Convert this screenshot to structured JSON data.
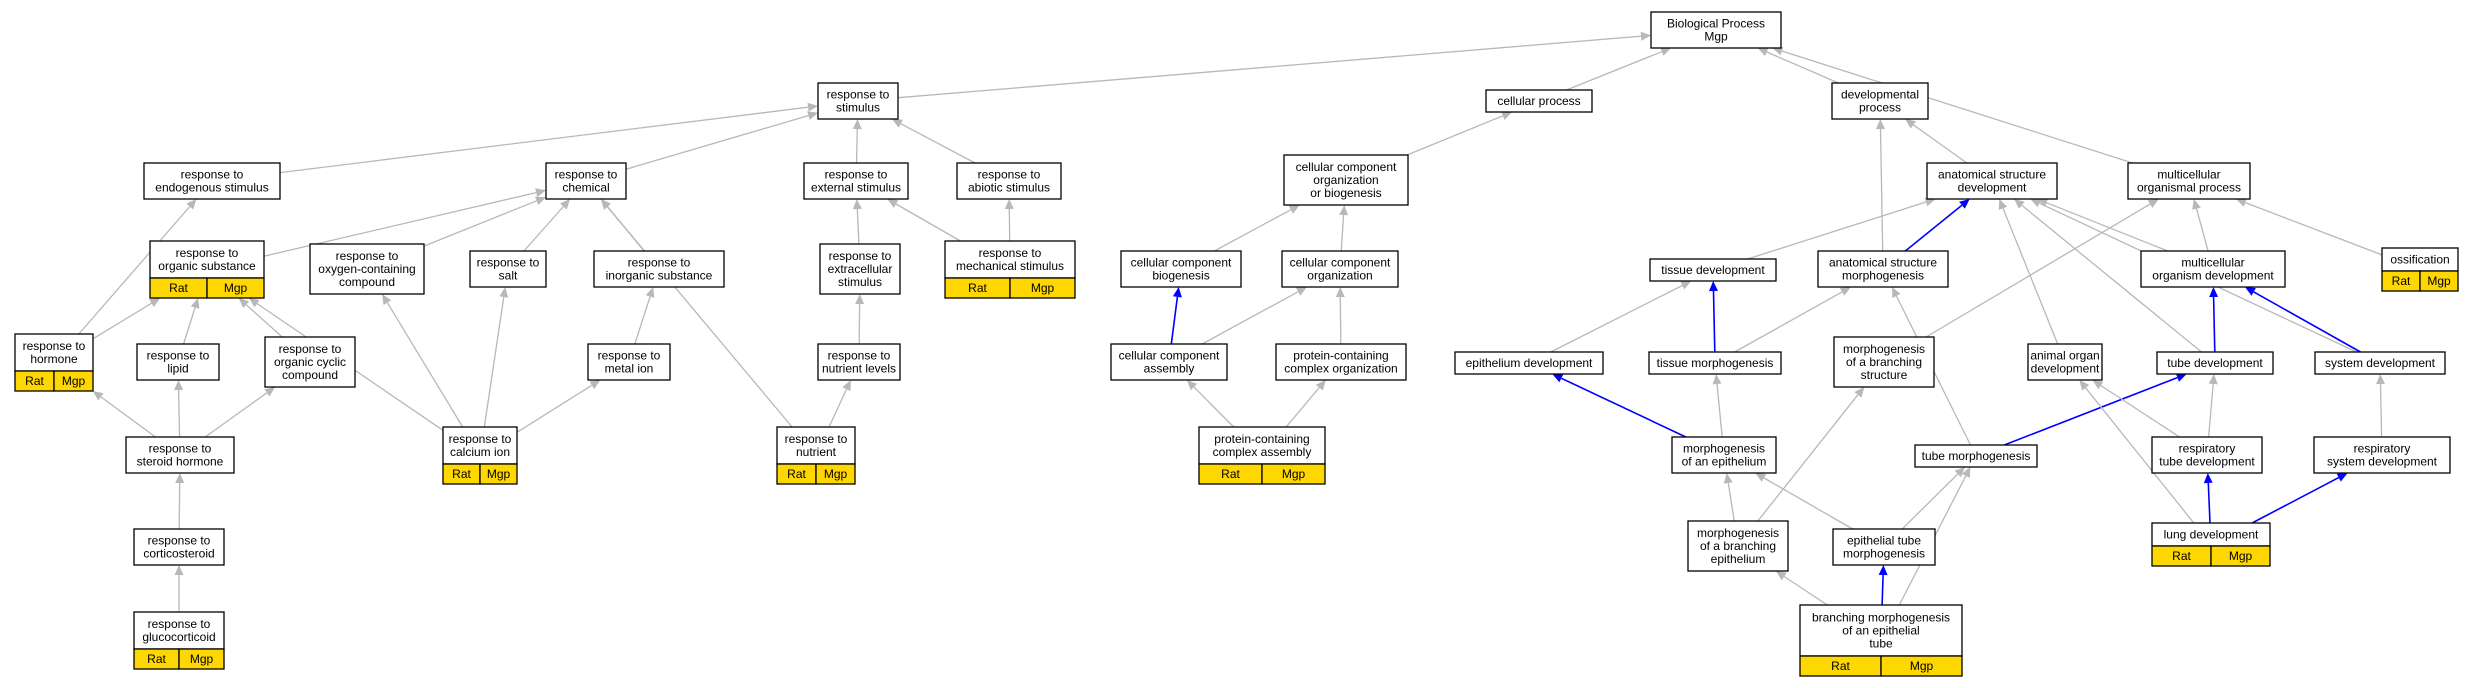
{
  "colors": {
    "edge_default": "#b8b8b8",
    "edge_highlight": "#0000ff",
    "annotation_fill": "#ffd700",
    "node_stroke": "#000000"
  },
  "nodes": [
    {
      "id": "bp",
      "lines": [
        "Biological Process",
        "Mgp"
      ]
    },
    {
      "id": "resp_stim",
      "lines": [
        "response to",
        "stimulus"
      ]
    },
    {
      "id": "cell_proc",
      "lines": [
        "cellular process"
      ]
    },
    {
      "id": "dev_proc",
      "lines": [
        "developmental",
        "process"
      ]
    },
    {
      "id": "resp_endo",
      "lines": [
        "response to",
        "endogenous stimulus"
      ]
    },
    {
      "id": "resp_chem",
      "lines": [
        "response to",
        "chemical"
      ]
    },
    {
      "id": "resp_ext",
      "lines": [
        "response to",
        "external stimulus"
      ]
    },
    {
      "id": "resp_abiotic",
      "lines": [
        "response to",
        "abiotic stimulus"
      ]
    },
    {
      "id": "ccob",
      "lines": [
        "cellular component",
        "organization",
        "or biogenesis"
      ]
    },
    {
      "id": "asd",
      "lines": [
        "anatomical structure",
        "development"
      ]
    },
    {
      "id": "mop",
      "lines": [
        "multicellular",
        "organismal process"
      ]
    },
    {
      "id": "resp_org",
      "lines": [
        "response to",
        "organic substance"
      ],
      "ann": [
        "Rat",
        "Mgp"
      ]
    },
    {
      "id": "resp_oxy",
      "lines": [
        "response to",
        "oxygen-containing",
        "compound"
      ]
    },
    {
      "id": "resp_salt",
      "lines": [
        "response to",
        "salt"
      ]
    },
    {
      "id": "resp_inorg",
      "lines": [
        "response to",
        "inorganic substance"
      ]
    },
    {
      "id": "resp_extra",
      "lines": [
        "response to",
        "extracellular",
        "stimulus"
      ]
    },
    {
      "id": "resp_mech",
      "lines": [
        "response to",
        "mechanical stimulus"
      ],
      "ann": [
        "Rat",
        "Mgp"
      ]
    },
    {
      "id": "cc_biog",
      "lines": [
        "cellular component",
        "biogenesis"
      ]
    },
    {
      "id": "cc_org",
      "lines": [
        "cellular component",
        "organization"
      ]
    },
    {
      "id": "tissue_dev",
      "lines": [
        "tissue development"
      ]
    },
    {
      "id": "asm",
      "lines": [
        "anatomical structure",
        "morphogenesis"
      ]
    },
    {
      "id": "mod",
      "lines": [
        "multicellular",
        "organism development"
      ]
    },
    {
      "id": "ossif",
      "lines": [
        "ossification"
      ],
      "ann": [
        "Rat",
        "Mgp"
      ]
    },
    {
      "id": "resp_hormone",
      "lines": [
        "response to",
        "hormone"
      ],
      "ann": [
        "Rat",
        "Mgp"
      ]
    },
    {
      "id": "resp_lipid",
      "lines": [
        "response to",
        "lipid"
      ]
    },
    {
      "id": "resp_ocyc",
      "lines": [
        "response to",
        "organic cyclic",
        "compound"
      ]
    },
    {
      "id": "resp_metal",
      "lines": [
        "response to",
        "metal ion"
      ]
    },
    {
      "id": "resp_nutlev",
      "lines": [
        "response to",
        "nutrient levels"
      ]
    },
    {
      "id": "cc_assembly",
      "lines": [
        "cellular component",
        "assembly"
      ]
    },
    {
      "id": "pcco",
      "lines": [
        "protein-containing",
        "complex organization"
      ]
    },
    {
      "id": "epi_dev",
      "lines": [
        "epithelium development"
      ]
    },
    {
      "id": "tissue_morph",
      "lines": [
        "tissue morphogenesis"
      ]
    },
    {
      "id": "morph_branch_struct",
      "lines": [
        "morphogenesis",
        "of a branching",
        "structure"
      ]
    },
    {
      "id": "animal_organ",
      "lines": [
        "animal organ",
        "development"
      ]
    },
    {
      "id": "tube_dev",
      "lines": [
        "tube development"
      ]
    },
    {
      "id": "sys_dev",
      "lines": [
        "system development"
      ]
    },
    {
      "id": "resp_steroid",
      "lines": [
        "response to",
        "steroid hormone"
      ]
    },
    {
      "id": "resp_calcium",
      "lines": [
        "response to",
        "calcium ion"
      ],
      "ann": [
        "Rat",
        "Mgp"
      ]
    },
    {
      "id": "resp_nutrient",
      "lines": [
        "response to",
        "nutrient"
      ],
      "ann": [
        "Rat",
        "Mgp"
      ]
    },
    {
      "id": "pcca",
      "lines": [
        "protein-containing",
        "complex assembly"
      ],
      "ann": [
        "Rat",
        "Mgp"
      ]
    },
    {
      "id": "morph_epi",
      "lines": [
        "morphogenesis",
        "of an epithelium"
      ]
    },
    {
      "id": "tube_morph",
      "lines": [
        "tube morphogenesis"
      ]
    },
    {
      "id": "resp_tube_dev",
      "lines": [
        "respiratory",
        "tube development"
      ]
    },
    {
      "id": "resp_sys_dev",
      "lines": [
        "respiratory",
        "system development"
      ]
    },
    {
      "id": "resp_cortico",
      "lines": [
        "response to",
        "corticosteroid"
      ]
    },
    {
      "id": "morph_branch_epi",
      "lines": [
        "morphogenesis",
        "of a branching",
        "epithelium"
      ]
    },
    {
      "id": "epi_tube_morph",
      "lines": [
        "epithelial tube",
        "morphogenesis"
      ]
    },
    {
      "id": "lung_dev",
      "lines": [
        "lung development"
      ],
      "ann": [
        "Rat",
        "Mgp"
      ]
    },
    {
      "id": "resp_gluco",
      "lines": [
        "response to",
        "glucocorticoid"
      ],
      "ann": [
        "Rat",
        "Mgp"
      ]
    },
    {
      "id": "branch_morph",
      "lines": [
        "branching morphogenesis",
        "of an epithelial",
        "tube"
      ],
      "ann": [
        "Rat",
        "Mgp"
      ]
    }
  ],
  "edges": [
    {
      "from": "resp_stim",
      "to": "bp",
      "style": "gray"
    },
    {
      "from": "cell_proc",
      "to": "bp",
      "style": "gray"
    },
    {
      "from": "dev_proc",
      "to": "bp",
      "style": "gray"
    },
    {
      "from": "mop",
      "to": "bp",
      "style": "gray"
    },
    {
      "from": "resp_endo",
      "to": "resp_stim",
      "style": "gray"
    },
    {
      "from": "resp_chem",
      "to": "resp_stim",
      "style": "gray"
    },
    {
      "from": "resp_ext",
      "to": "resp_stim",
      "style": "gray"
    },
    {
      "from": "resp_abiotic",
      "to": "resp_stim",
      "style": "gray"
    },
    {
      "from": "ccob",
      "to": "cell_proc",
      "style": "gray"
    },
    {
      "from": "asd",
      "to": "dev_proc",
      "style": "gray"
    },
    {
      "from": "asm",
      "to": "dev_proc",
      "style": "gray"
    },
    {
      "from": "resp_org",
      "to": "resp_chem",
      "style": "gray"
    },
    {
      "from": "resp_oxy",
      "to": "resp_chem",
      "style": "gray"
    },
    {
      "from": "resp_salt",
      "to": "resp_chem",
      "style": "gray"
    },
    {
      "from": "resp_inorg",
      "to": "resp_chem",
      "style": "gray"
    },
    {
      "from": "resp_nutrient",
      "to": "resp_chem",
      "style": "gray"
    },
    {
      "from": "resp_extra",
      "to": "resp_ext",
      "style": "gray"
    },
    {
      "from": "resp_mech",
      "to": "resp_ext",
      "style": "gray"
    },
    {
      "from": "resp_mech",
      "to": "resp_abiotic",
      "style": "gray"
    },
    {
      "from": "cc_biog",
      "to": "ccob",
      "style": "gray"
    },
    {
      "from": "cc_org",
      "to": "ccob",
      "style": "gray"
    },
    {
      "from": "asm",
      "to": "asd",
      "style": "blue"
    },
    {
      "from": "tissue_dev",
      "to": "asd",
      "style": "gray"
    },
    {
      "from": "mod",
      "to": "asd",
      "style": "gray"
    },
    {
      "from": "animal_organ",
      "to": "asd",
      "style": "gray"
    },
    {
      "from": "tube_dev",
      "to": "asd",
      "style": "gray"
    },
    {
      "from": "sys_dev",
      "to": "asd",
      "style": "gray"
    },
    {
      "from": "ossif",
      "to": "mop",
      "style": "gray"
    },
    {
      "from": "mod",
      "to": "mop",
      "style": "gray"
    },
    {
      "from": "morph_branch_struct",
      "to": "mop",
      "style": "gray"
    },
    {
      "from": "resp_hormone",
      "to": "resp_endo",
      "style": "gray"
    },
    {
      "from": "resp_hormone",
      "to": "resp_org",
      "style": "gray"
    },
    {
      "from": "resp_lipid",
      "to": "resp_org",
      "style": "gray"
    },
    {
      "from": "resp_ocyc",
      "to": "resp_org",
      "style": "gray"
    },
    {
      "from": "resp_calcium",
      "to": "resp_org",
      "style": "gray"
    },
    {
      "from": "resp_calcium",
      "to": "resp_oxy",
      "style": "gray"
    },
    {
      "from": "resp_calcium",
      "to": "resp_salt",
      "style": "gray"
    },
    {
      "from": "resp_calcium",
      "to": "resp_metal",
      "style": "gray"
    },
    {
      "from": "resp_metal",
      "to": "resp_inorg",
      "style": "gray"
    },
    {
      "from": "resp_nutlev",
      "to": "resp_extra",
      "style": "gray"
    },
    {
      "from": "resp_nutrient",
      "to": "resp_nutlev",
      "style": "gray"
    },
    {
      "from": "cc_assembly",
      "to": "cc_biog",
      "style": "blue"
    },
    {
      "from": "cc_assembly",
      "to": "cc_org",
      "style": "gray"
    },
    {
      "from": "pcco",
      "to": "cc_org",
      "style": "gray"
    },
    {
      "from": "pcca",
      "to": "cc_assembly",
      "style": "gray"
    },
    {
      "from": "pcca",
      "to": "pcco",
      "style": "gray"
    },
    {
      "from": "epi_dev",
      "to": "tissue_dev",
      "style": "gray"
    },
    {
      "from": "tissue_morph",
      "to": "tissue_dev",
      "style": "blue"
    },
    {
      "from": "tissue_morph",
      "to": "asm",
      "style": "gray"
    },
    {
      "from": "tube_morph",
      "to": "asm",
      "style": "gray"
    },
    {
      "from": "tube_dev",
      "to": "mod",
      "style": "blue"
    },
    {
      "from": "sys_dev",
      "to": "mod",
      "style": "blue"
    },
    {
      "from": "resp_steroid",
      "to": "resp_hormone",
      "style": "gray"
    },
    {
      "from": "resp_steroid",
      "to": "resp_lipid",
      "style": "gray"
    },
    {
      "from": "resp_steroid",
      "to": "resp_ocyc",
      "style": "gray"
    },
    {
      "from": "resp_cortico",
      "to": "resp_steroid",
      "style": "gray"
    },
    {
      "from": "resp_gluco",
      "to": "resp_cortico",
      "style": "gray"
    },
    {
      "from": "morph_epi",
      "to": "epi_dev",
      "style": "blue"
    },
    {
      "from": "morph_epi",
      "to": "tissue_morph",
      "style": "gray"
    },
    {
      "from": "tube_morph",
      "to": "tube_dev",
      "style": "blue"
    },
    {
      "from": "resp_tube_dev",
      "to": "tube_dev",
      "style": "gray"
    },
    {
      "from": "resp_tube_dev",
      "to": "animal_organ",
      "style": "gray"
    },
    {
      "from": "resp_sys_dev",
      "to": "sys_dev",
      "style": "gray"
    },
    {
      "from": "lung_dev",
      "to": "resp_tube_dev",
      "style": "blue"
    },
    {
      "from": "lung_dev",
      "to": "resp_sys_dev",
      "style": "blue"
    },
    {
      "from": "lung_dev",
      "to": "animal_organ",
      "style": "gray"
    },
    {
      "from": "morph_branch_epi",
      "to": "morph_branch_struct",
      "style": "gray"
    },
    {
      "from": "morph_branch_epi",
      "to": "morph_epi",
      "style": "gray"
    },
    {
      "from": "epi_tube_morph",
      "to": "morph_epi",
      "style": "gray"
    },
    {
      "from": "epi_tube_morph",
      "to": "tube_morph",
      "style": "gray"
    },
    {
      "from": "branch_morph",
      "to": "morph_branch_epi",
      "style": "gray"
    },
    {
      "from": "branch_morph",
      "to": "epi_tube_morph",
      "style": "blue"
    },
    {
      "from": "branch_morph",
      "to": "tube_morph",
      "style": "gray"
    }
  ]
}
